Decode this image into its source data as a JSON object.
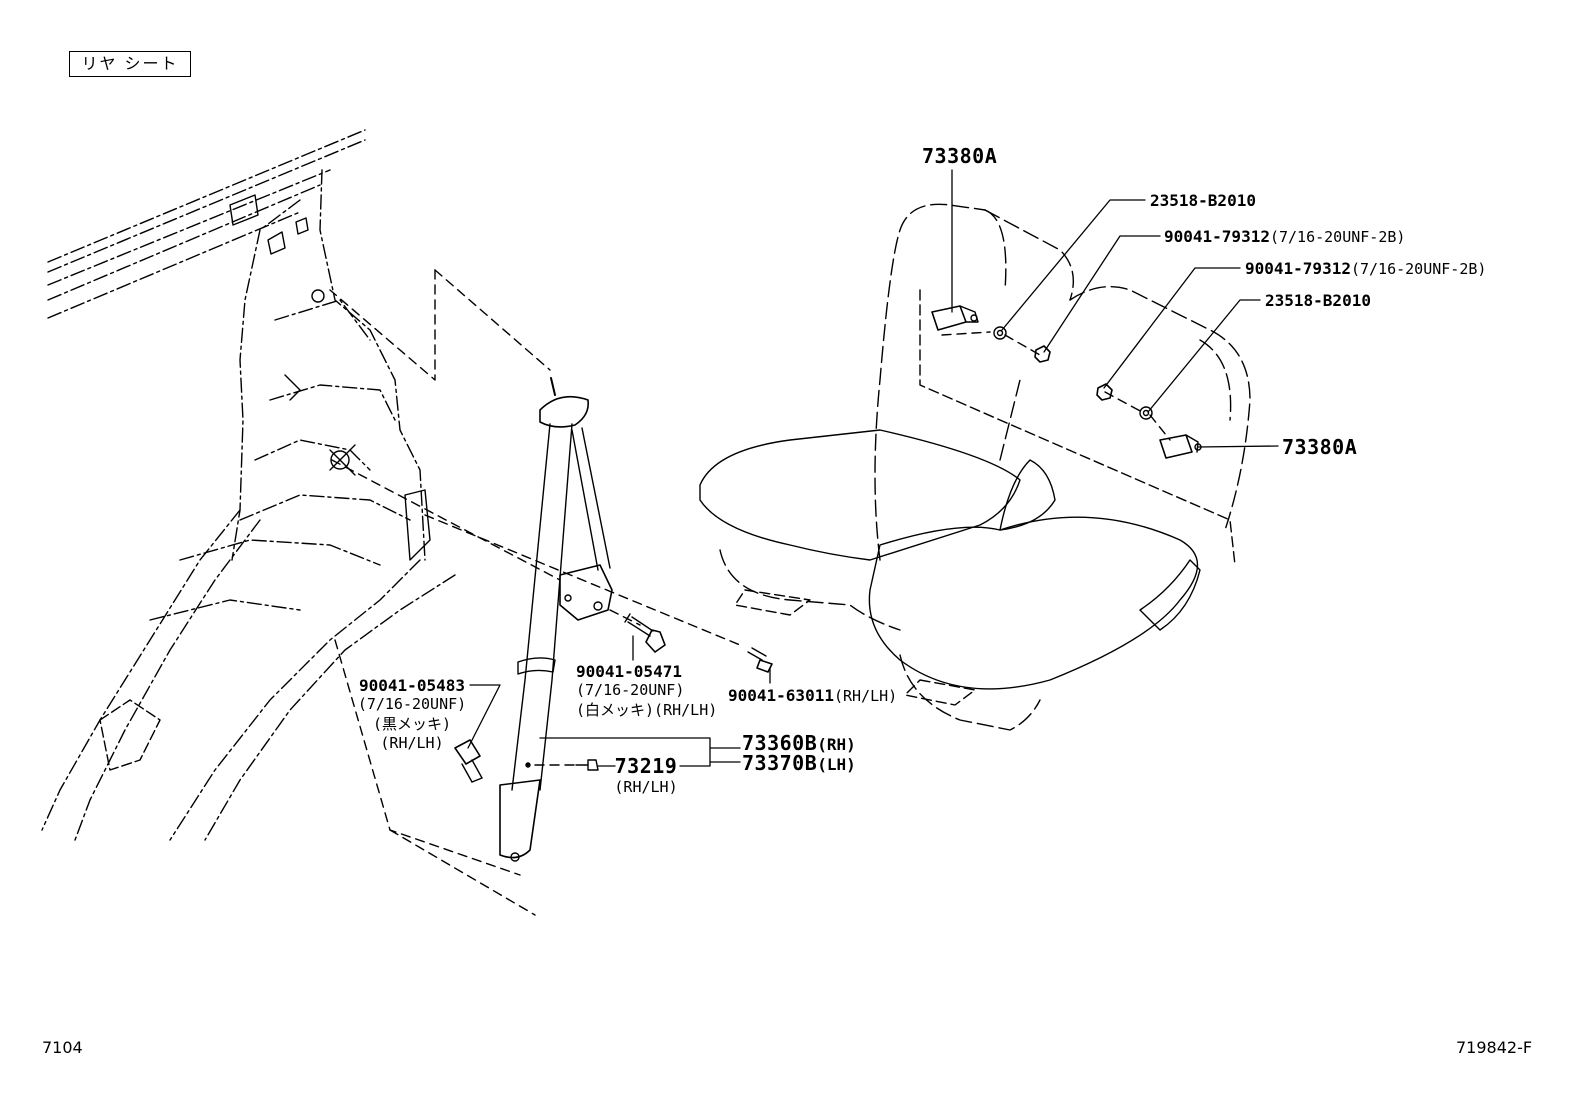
{
  "header": {
    "section_title": "リヤ シート"
  },
  "footer": {
    "page_code": "7104",
    "figure_code": "719842-F"
  },
  "parts": {
    "seat_buckle_upper": {
      "number": "73380A"
    },
    "seat_buckle_lower": {
      "number": "73380A"
    },
    "cover_1": {
      "number": "23518-B2010"
    },
    "nut_1": {
      "number": "90041-79312",
      "spec": "(7/16-20UNF-2B)"
    },
    "nut_2": {
      "number": "90041-79312",
      "spec": "(7/16-20UNF-2B)"
    },
    "cover_2": {
      "number": "23518-B2010"
    },
    "bolt_retractor": {
      "number": "90041-05471",
      "spec": "(7/16-20UNF)",
      "finish": "(白メッキ)(RH/LH)"
    },
    "bolt_anchor": {
      "number": "90041-05483",
      "spec": "(7/16-20UNF)",
      "finish": "(黒メッキ)",
      "side": "(RH/LH)"
    },
    "screw": {
      "number": "90041-63011",
      "side": "(RH/LH)"
    },
    "belt_assembly_rh": {
      "number": "73360B",
      "side": "(RH)"
    },
    "belt_assembly_lh": {
      "number": "73370B",
      "side": "(LH)"
    },
    "clip": {
      "number": "73219",
      "side": "(RH/LH)"
    }
  }
}
